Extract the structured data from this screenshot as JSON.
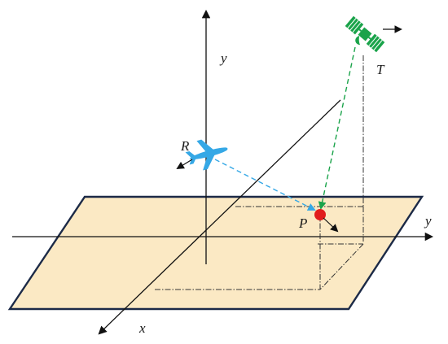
{
  "labels": {
    "y_vertical": "y",
    "y_horizontal": "y",
    "x_axis": "x",
    "receiver": "R",
    "transmitter": "T",
    "target": "P"
  },
  "colors": {
    "ground_fill": "#fbe9c4",
    "ground_stroke": "#1c2a47",
    "axis": "#111111",
    "receiver_icon": "#35a8e6",
    "receiver_path": "#35a8e6",
    "transmitter_icon": "#1aa34a",
    "transmitter_path": "#1aa34a",
    "target_point": "#e11d1d",
    "projection_lines": "#333333"
  },
  "icons": {
    "receiver": "airplane-icon",
    "transmitter": "satellite-icon",
    "target": "target-point-icon"
  }
}
